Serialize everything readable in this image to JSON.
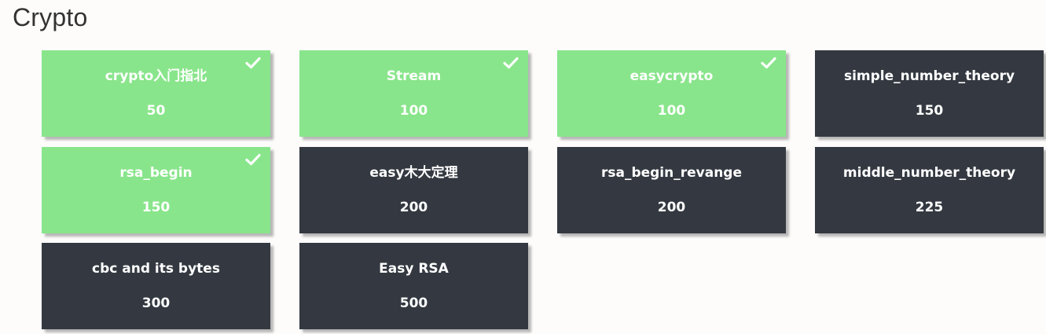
{
  "category": {
    "title": "Crypto"
  },
  "colors": {
    "solved_bg": "#89e58b",
    "unsolved_bg": "#343941",
    "text": "#ffffff"
  },
  "challenges": [
    {
      "name": "crypto入门指北",
      "points": "50",
      "solved": true
    },
    {
      "name": "Stream",
      "points": "100",
      "solved": true
    },
    {
      "name": "easycrypto",
      "points": "100",
      "solved": true
    },
    {
      "name": "simple_number_theory",
      "points": "150",
      "solved": false
    },
    {
      "name": "rsa_begin",
      "points": "150",
      "solved": true
    },
    {
      "name": "easy木大定理",
      "points": "200",
      "solved": false
    },
    {
      "name": "rsa_begin_revange",
      "points": "200",
      "solved": false
    },
    {
      "name": "middle_number_theory",
      "points": "225",
      "solved": false
    },
    {
      "name": "cbc and its bytes",
      "points": "300",
      "solved": false
    },
    {
      "name": "Easy RSA",
      "points": "500",
      "solved": false
    }
  ],
  "icons": {
    "solved": "checkmark-icon"
  }
}
